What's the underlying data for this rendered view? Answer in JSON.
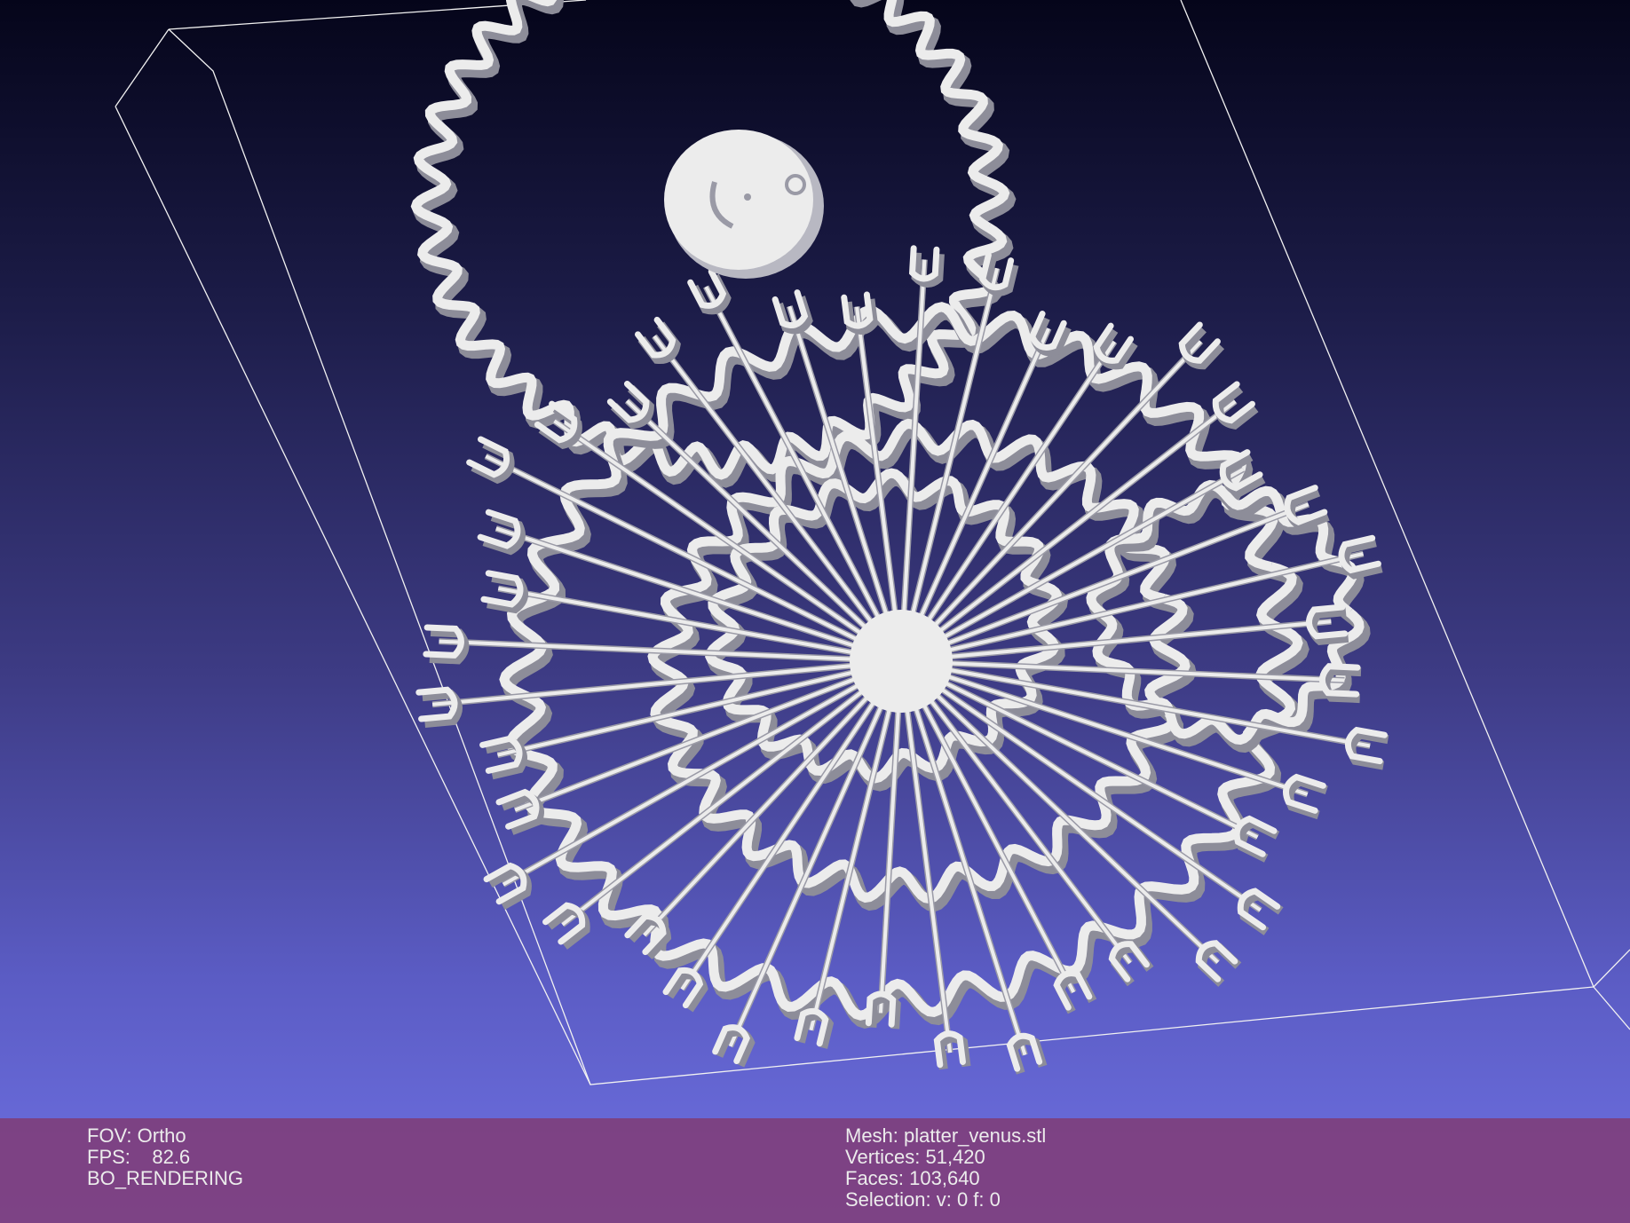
{
  "window": {
    "colors": {
      "background_top": "#05051a",
      "background_bottom": "#6f71e3",
      "mesh": "#ececec",
      "bbox": "#ffffff",
      "info_panel": "#803c78"
    }
  },
  "info_left": {
    "fov": "FOV: Ortho",
    "fps": "FPS:    82.6",
    "render_mode": "BO_RENDERING"
  },
  "info_right": {
    "mesh": "Mesh: platter_venus.stl",
    "vertices": "Vertices: 51,420",
    "faces": "Faces: 103,640",
    "selection": "Selection: v: 0 f: 0"
  }
}
